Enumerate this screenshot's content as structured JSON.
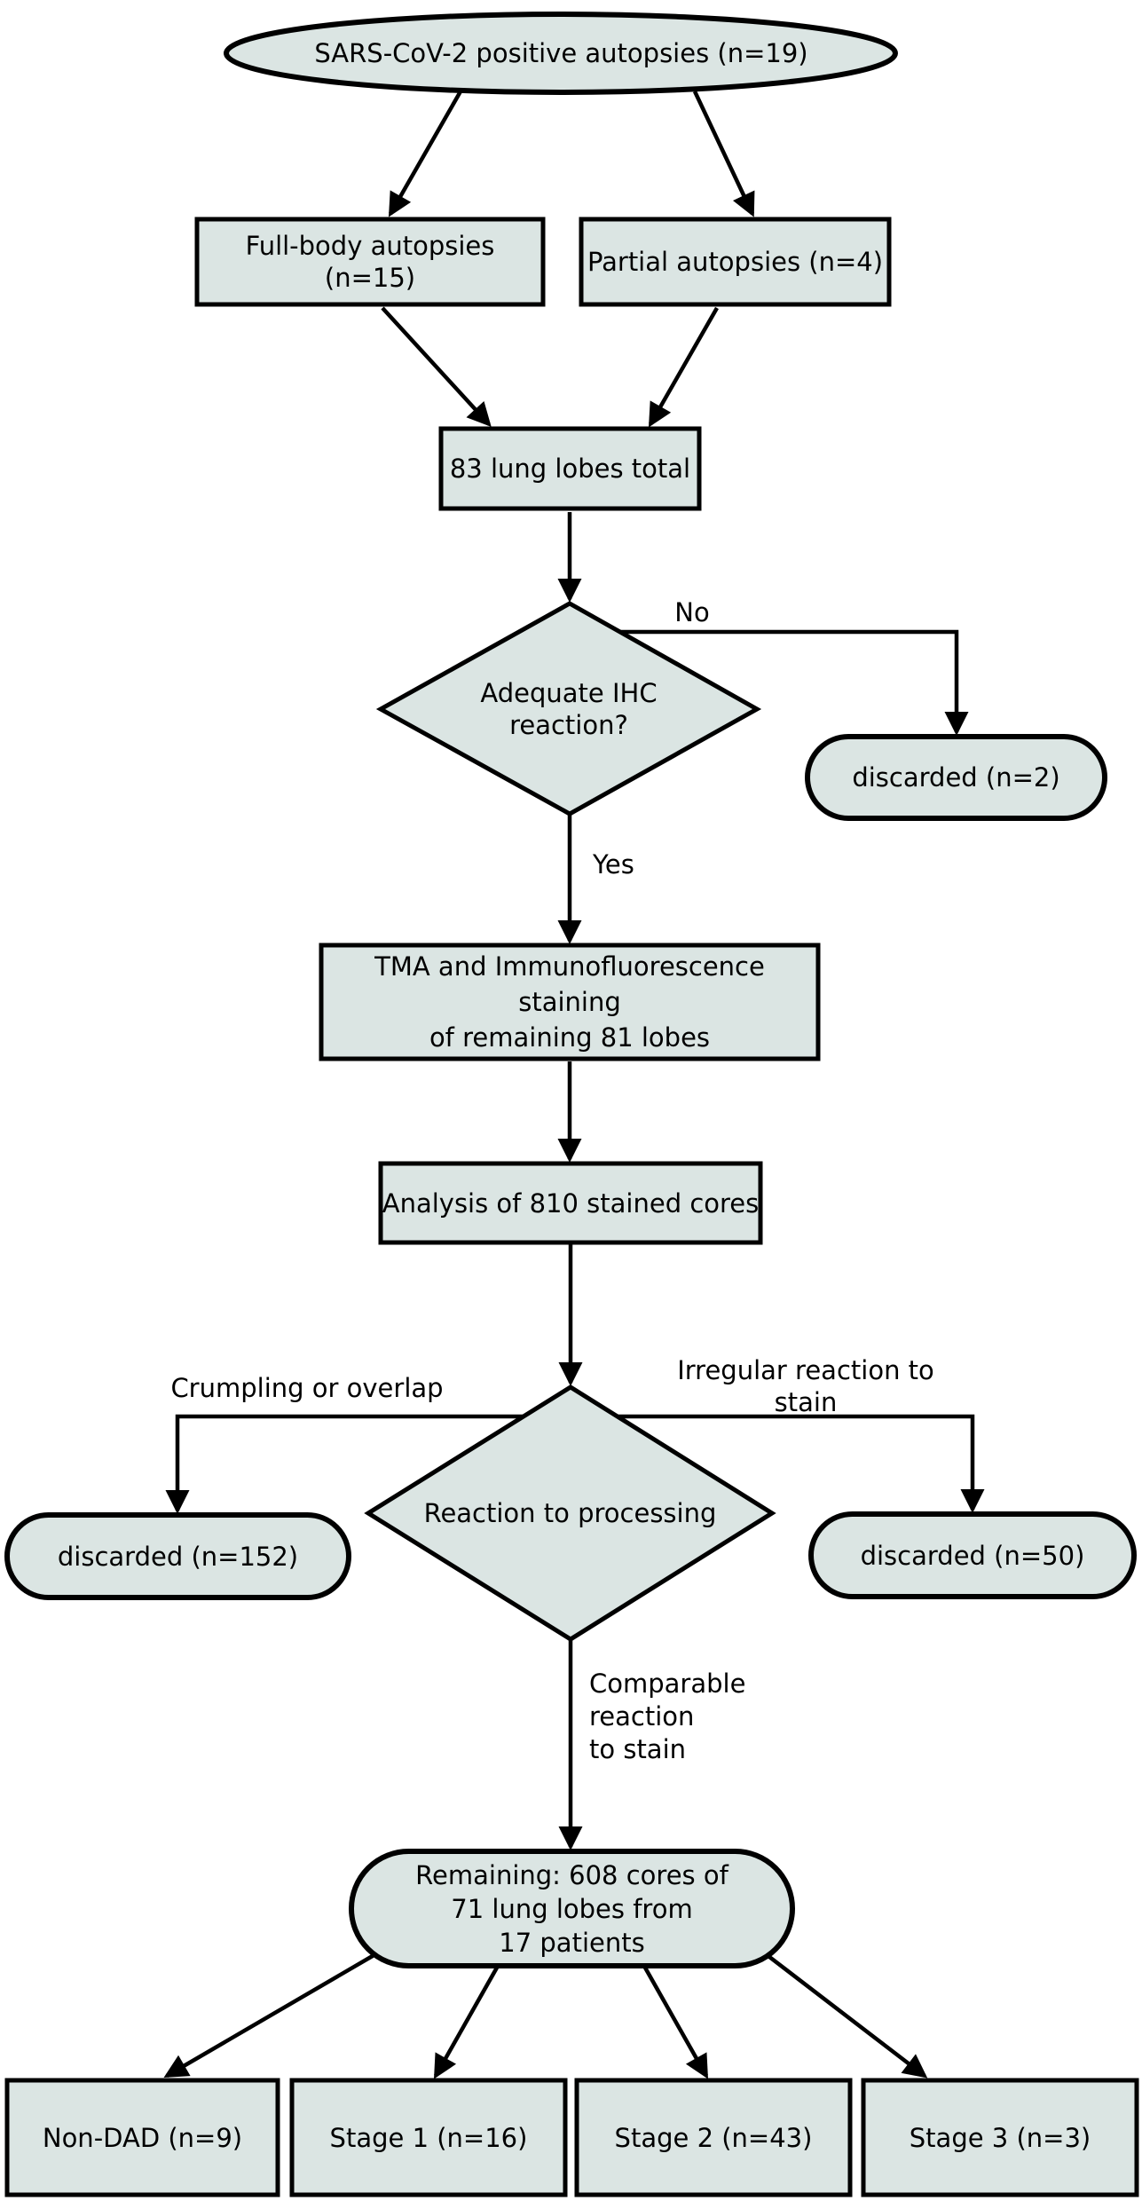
{
  "flowchart": {
    "nodes": {
      "start": {
        "shape": "ellipse",
        "label": "SARS-CoV-2 positive autopsies (n=19)"
      },
      "full_body": {
        "shape": "rect",
        "label": "Full-body autopsies (n=15)"
      },
      "partial": {
        "shape": "rect",
        "label": "Partial autopsies (n=4)"
      },
      "lobes_total": {
        "shape": "rect",
        "label": "83 lung lobes total"
      },
      "ihc_decision": {
        "shape": "diamond",
        "label": "Adequate IHC\nreaction?"
      },
      "discarded_ihc": {
        "shape": "stadium",
        "label": "discarded (n=2)"
      },
      "tma": {
        "shape": "rect",
        "label": "TMA and Immunofluorescence staining\nof remaining 81 lobes"
      },
      "analysis": {
        "shape": "rect",
        "label": "Analysis of 810 stained cores"
      },
      "processing_decision": {
        "shape": "diamond",
        "label": "Reaction to processing"
      },
      "discarded_crumpling": {
        "shape": "stadium",
        "label": "discarded (n=152)"
      },
      "discarded_irregular": {
        "shape": "stadium",
        "label": "discarded (n=50)"
      },
      "remaining": {
        "shape": "stadium",
        "label": "Remaining: 608 cores of\n71 lung lobes from\n17 patients"
      },
      "non_dad": {
        "shape": "rect",
        "label": "Non-DAD (n=9)"
      },
      "stage1": {
        "shape": "rect",
        "label": "Stage 1 (n=16)"
      },
      "stage2": {
        "shape": "rect",
        "label": "Stage 2 (n=43)"
      },
      "stage3": {
        "shape": "rect",
        "label": "Stage 3 (n=3)"
      }
    },
    "edge_labels": {
      "no": "No",
      "yes": "Yes",
      "crumpling": "Crumpling or overlap",
      "irregular": "Irregular reaction to stain",
      "comparable": "Comparable\nreaction\nto stain"
    },
    "colors": {
      "node_fill": "#dbe5e3",
      "node_stroke": "#000000",
      "edge_stroke": "#000000",
      "background": "#ffffff",
      "text": "#000000"
    }
  }
}
